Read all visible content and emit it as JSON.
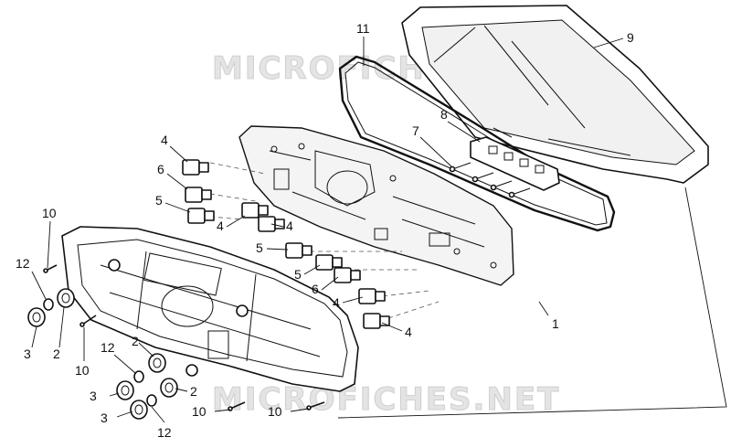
{
  "watermark": {
    "top": "MICROFICHES.NET",
    "bottom": "MICROFICHES.NET"
  },
  "callouts": [
    {
      "id": "c-11",
      "text": "11"
    },
    {
      "id": "c-9",
      "text": "9"
    },
    {
      "id": "c-8",
      "text": "8"
    },
    {
      "id": "c-7",
      "text": "7"
    },
    {
      "id": "c-4a",
      "text": "4"
    },
    {
      "id": "c-6a",
      "text": "6"
    },
    {
      "id": "c-5a",
      "text": "5"
    },
    {
      "id": "c-4b",
      "text": "4"
    },
    {
      "id": "c-4c",
      "text": "4"
    },
    {
      "id": "c-5b",
      "text": "5"
    },
    {
      "id": "c-5c",
      "text": "5"
    },
    {
      "id": "c-6b",
      "text": "6"
    },
    {
      "id": "c-4d",
      "text": "4"
    },
    {
      "id": "c-4e",
      "text": "4"
    },
    {
      "id": "c-10a",
      "text": "10"
    },
    {
      "id": "c-12a",
      "text": "12"
    },
    {
      "id": "c-3a",
      "text": "3"
    },
    {
      "id": "c-2a",
      "text": "2"
    },
    {
      "id": "c-10b",
      "text": "10"
    },
    {
      "id": "c-12b",
      "text": "12"
    },
    {
      "id": "c-2b",
      "text": "2"
    },
    {
      "id": "c-3b",
      "text": "3"
    },
    {
      "id": "c-2c",
      "text": "2"
    },
    {
      "id": "c-3c",
      "text": "3"
    },
    {
      "id": "c-12c",
      "text": "12"
    },
    {
      "id": "c-10c",
      "text": "10"
    },
    {
      "id": "c-10d",
      "text": "10"
    },
    {
      "id": "c-1",
      "text": "1"
    }
  ]
}
